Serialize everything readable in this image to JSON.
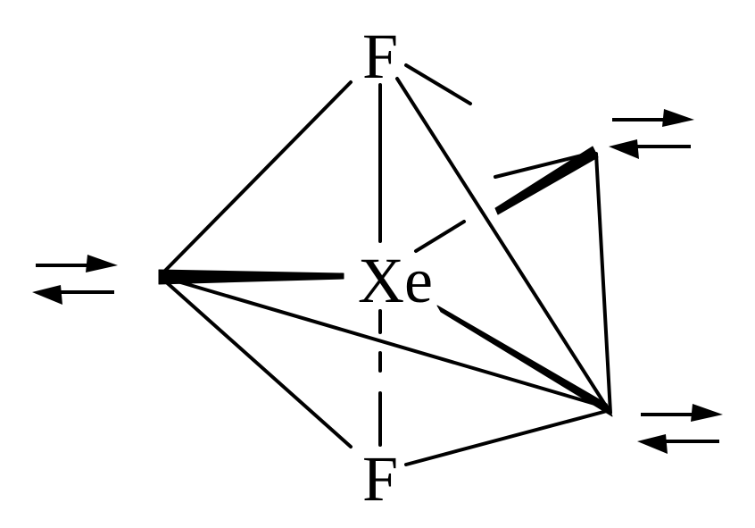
{
  "diagram": {
    "atoms": {
      "central": "Xe",
      "top": "F",
      "bottom": "F"
    },
    "colors": {
      "ink": "#000000",
      "background": "#ffffff"
    },
    "icons": {
      "lone_pair_symbol": "equilibrium-harpoons-icon"
    }
  }
}
